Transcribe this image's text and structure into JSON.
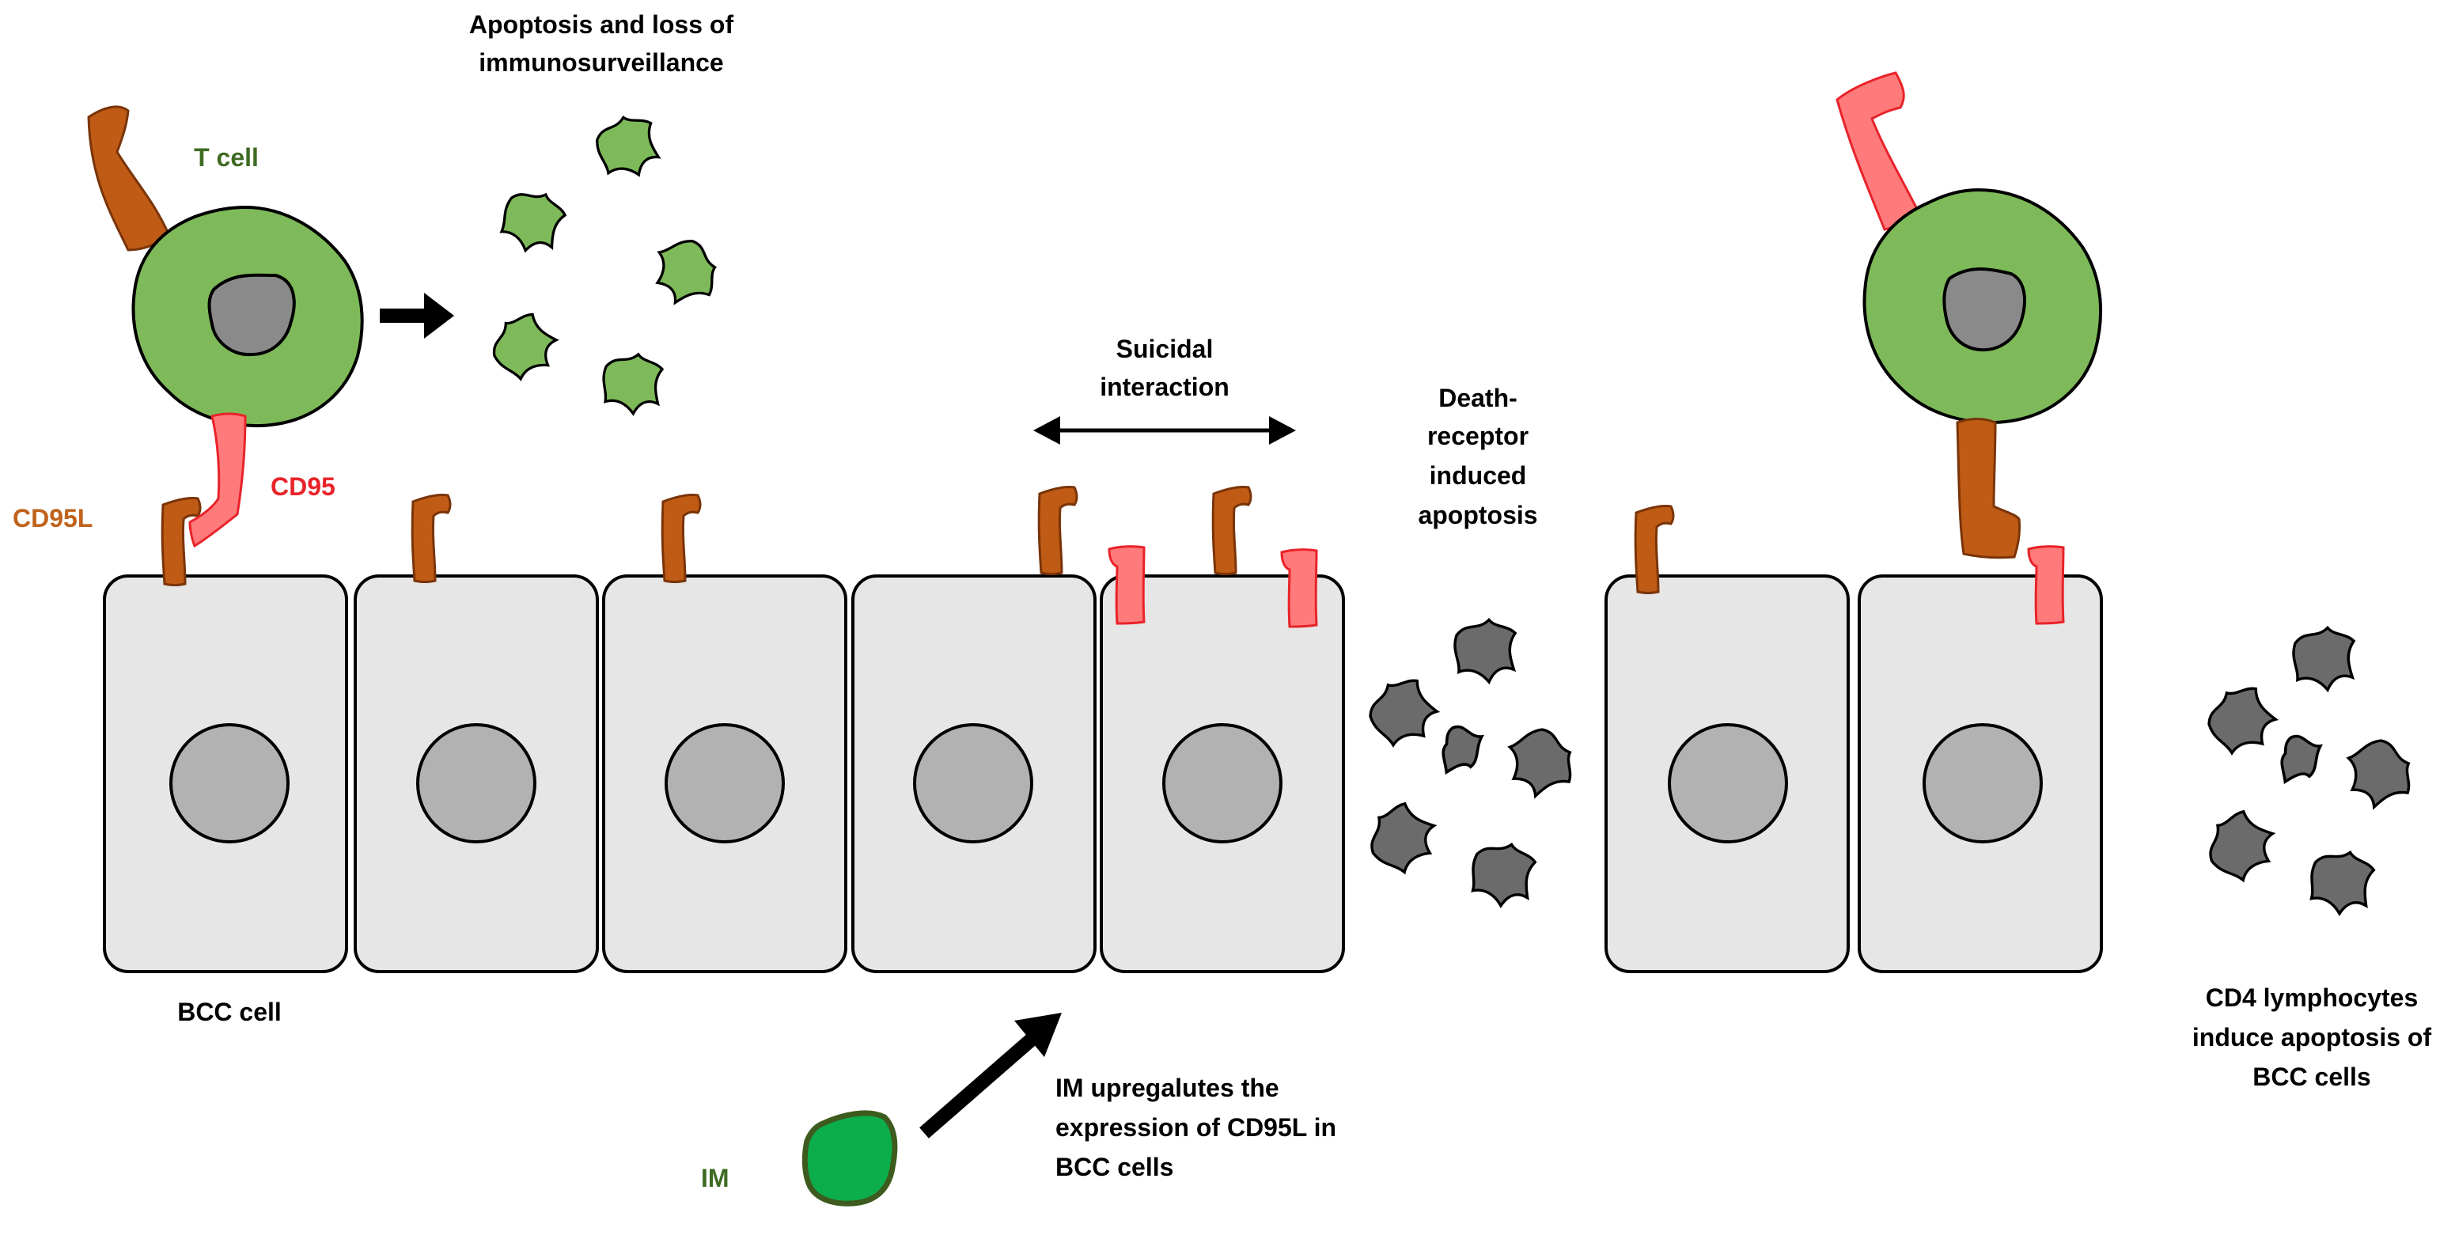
{
  "labels": {
    "t_cell": "T cell",
    "apoptosis_line1": "Apoptosis and loss of",
    "apoptosis_line2": "immunosurveillance",
    "cd95l": "CD95L",
    "cd95": "CD95",
    "suicidal_line1": "Suicidal",
    "suicidal_line2": "interaction",
    "death_line1": "Death-",
    "death_line2": "receptor",
    "death_line3": "induced",
    "death_line4": "apoptosis",
    "bcc_cell": "BCC cell",
    "im": "IM",
    "im_effect_line1": "IM upregalutes the",
    "im_effect_line2": "expression of CD95L in",
    "im_effect_line3": "BCC cells",
    "cd4_line1": "CD4 lymphocytes",
    "cd4_line2": "induce apoptosis of",
    "cd4_line3": "BCC cells"
  },
  "colors": {
    "t_cell_fill": "#7fba5a",
    "t_cell_label": "#3e6b22",
    "cd95l_fill": "#bf5b15",
    "cd95l_label": "#c0621b",
    "cd95_fill": "#ff7b7b",
    "cd95_stroke": "#e8232a",
    "cd95_label": "#e8232a",
    "bcc_fill": "#e6e6e6",
    "nucleus_fill": "#b2b2b2",
    "apoptotic_bcc_fill": "#6b6b6b",
    "im_fill": "#0cae4c",
    "im_stroke": "#3d5b1e",
    "im_label": "#3e6b22",
    "text": "#000000"
  }
}
